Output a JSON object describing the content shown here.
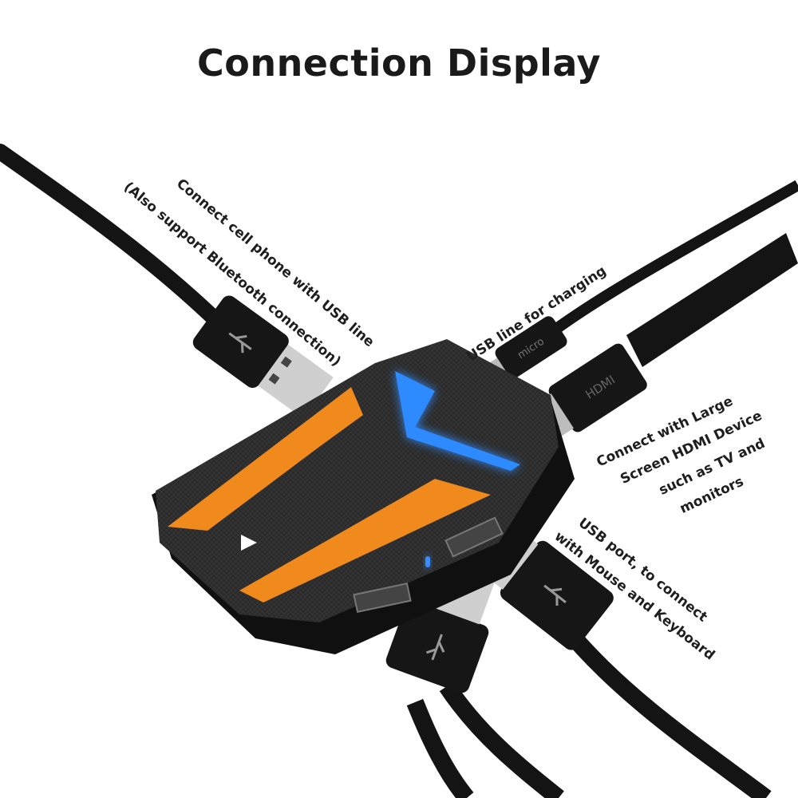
{
  "title": "Connection Display",
  "labels": {
    "phone_line1": "Connect cell phone with USB line",
    "phone_line2": "(Also support Bluetooth connection)",
    "charging": "USB line for charging",
    "hdmi_line1": "Connect with Large",
    "hdmi_line2": "Screen HDMI Device",
    "hdmi_line3": "such as TV and",
    "hdmi_line4": "monitors",
    "usb_line1": "USB port, to connect",
    "usb_line2": "with Mouse and Keyboard"
  },
  "plug_text": {
    "micro": "micro",
    "hdmi": "HDMI"
  },
  "colors": {
    "accent_orange": "#f08a1c",
    "accent_blue": "#2f8bff",
    "device_body": "#1c1c1c",
    "cable": "#141414"
  },
  "icons": [
    "usb-trident-icon",
    "play-triangle-icon"
  ]
}
